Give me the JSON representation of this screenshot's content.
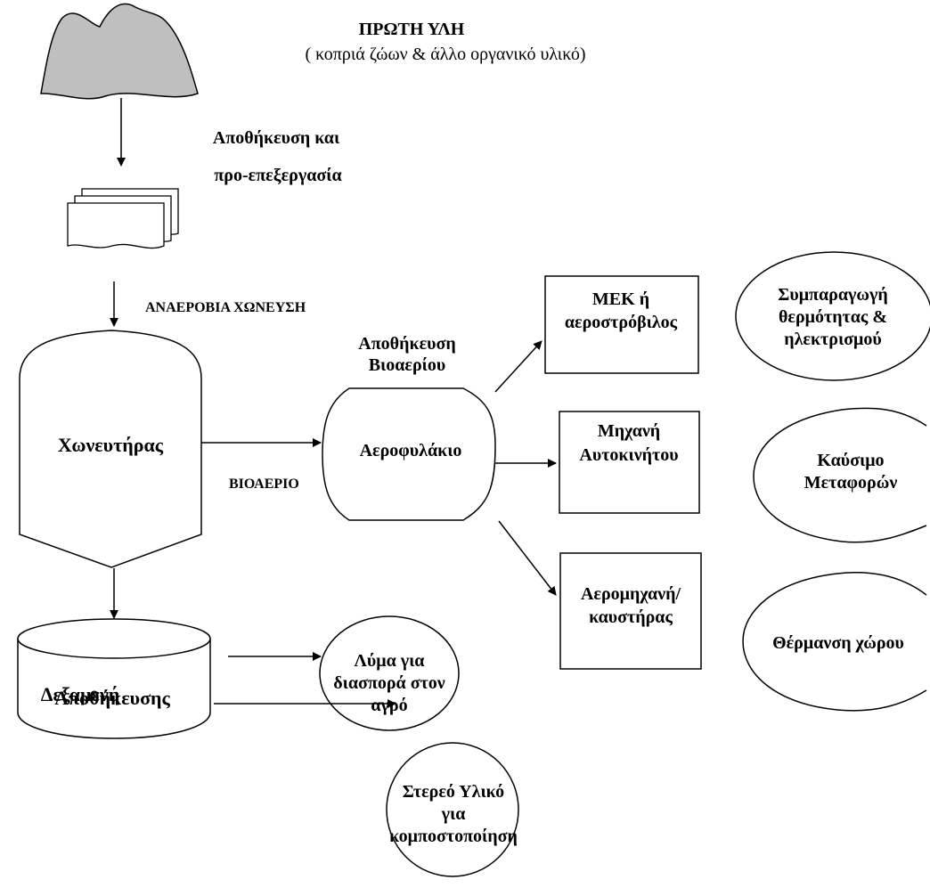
{
  "raw_material": {
    "title": "ΠΡΩΤΗ ΥΛΗ",
    "subtitle": "( κοπριά ζώων & άλλο οργανικό υλικό)"
  },
  "storage_preprocessing": {
    "line1": "Αποθήκευση και",
    "line2": "προ-επεξεργασία"
  },
  "anaerobic_digestion": {
    "label": "ΑΝΑΕΡΟΒΙΑ ΧΩΝΕΥΣΗ"
  },
  "digester": {
    "label": "Χωνευτήρας"
  },
  "biogas_flow": {
    "label": "ΒΙΟΑΕΡΙΟ"
  },
  "biogas_storage": {
    "line1": "Αποθήκευση",
    "line2": "Βιοαερίου"
  },
  "gas_holder": {
    "label": "Αεροφυλάκιο"
  },
  "chp_engine": {
    "line1": "ΜΕΚ ή",
    "line2": "αεροστρόβιλος"
  },
  "car_engine": {
    "line1": "Μηχανή",
    "line2": "Αυτοκινήτου"
  },
  "boiler": {
    "line1": "Αερομηχανή/",
    "line2": "καυστήρας"
  },
  "cogeneration": {
    "line1": "Συμπαραγωγή",
    "line2": "θερμότητας &",
    "line3": "ηλεκτρισμού"
  },
  "transport_fuel": {
    "line1": "Καύσιμο",
    "line2": "Μεταφορών"
  },
  "space_heating": {
    "label": "Θέρμανση χώρου"
  },
  "storage_tank": {
    "line1": "Δεξαμενή",
    "line2": "Αποθήκευσης"
  },
  "liquid_manure": {
    "line1": "Λύμα για",
    "line2": "διασπορά στον",
    "line3": "αγρό"
  },
  "solid_material": {
    "line1": "Στερεό Υλικό",
    "line2": "για",
    "line3": "κομποστοποίηση"
  },
  "colors": {
    "heap_fill": "#bfbfbf",
    "line": "#000000",
    "background": "#ffffff"
  }
}
